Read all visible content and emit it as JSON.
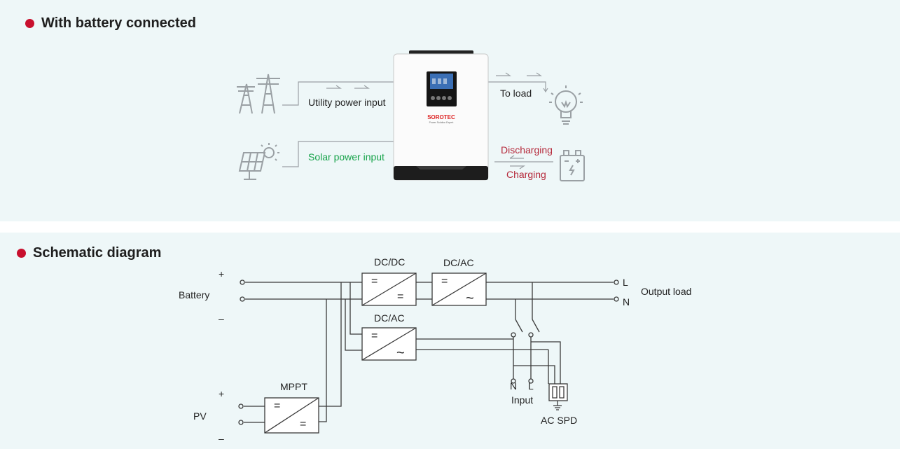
{
  "top": {
    "title": "With battery connected",
    "utility_label": "Utility power input",
    "solar_label": "Solar power input",
    "load_label": "To load",
    "discharging_label": "Discharging",
    "charging_label": "Charging",
    "brand": "SOROTEC",
    "brand_tagline": "Power Solution Expert"
  },
  "schematic": {
    "title": "Schematic diagram",
    "battery_label": "Battery",
    "pv_label": "PV",
    "plus": "+",
    "minus": "–",
    "dcdc_label": "DC/DC",
    "dcac_top_label": "DC/AC",
    "dcac_mid_label": "DC/AC",
    "mppt_label": "MPPT",
    "l_label": "L",
    "n_label": "N",
    "output_label": "Output load",
    "input_n": "N",
    "input_l": "L",
    "input_label": "Input",
    "spd_label": "AC SPD",
    "eq_symbol": "=",
    "ac_symbol": "~"
  }
}
